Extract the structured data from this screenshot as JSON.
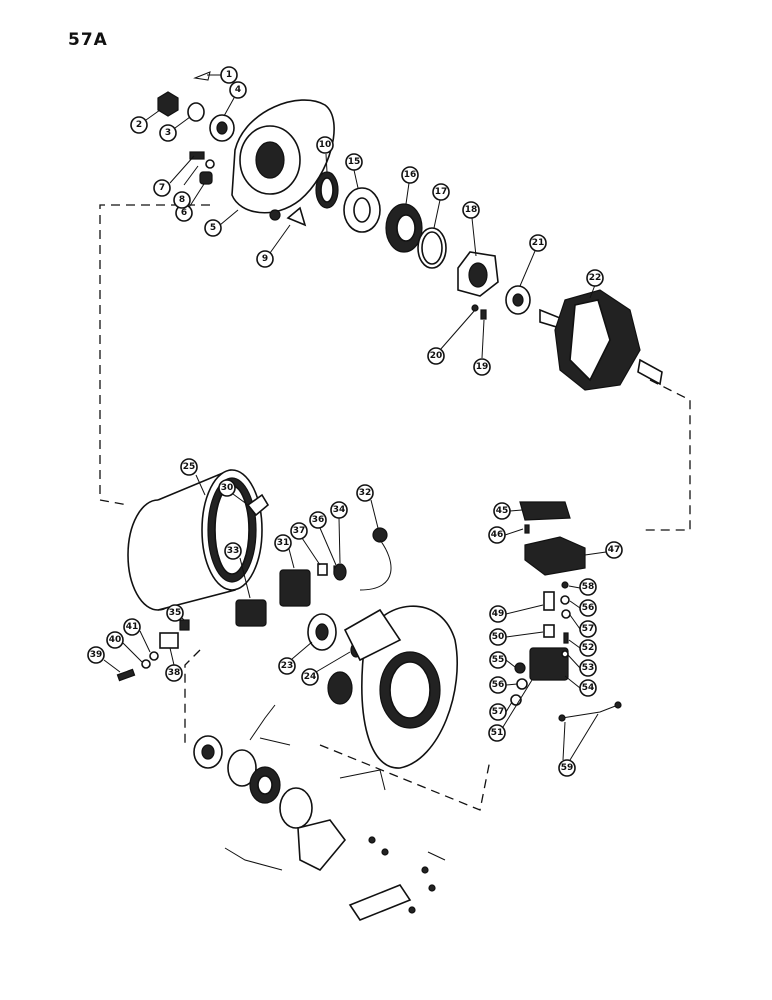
{
  "page_label": "57A",
  "callouts": [
    "1",
    "2",
    "3",
    "4",
    "5",
    "6",
    "7",
    "8",
    "9",
    "10",
    "15",
    "16",
    "17",
    "18",
    "19",
    "20",
    "21",
    "22",
    "23",
    "24",
    "25",
    "30",
    "31",
    "32",
    "33",
    "34",
    "35",
    "36",
    "37",
    "38",
    "39",
    "40",
    "41",
    "45",
    "46",
    "47",
    "49",
    "50",
    "51",
    "52",
    "53",
    "54",
    "55",
    "56",
    "56",
    "57",
    "57",
    "58",
    "59"
  ]
}
